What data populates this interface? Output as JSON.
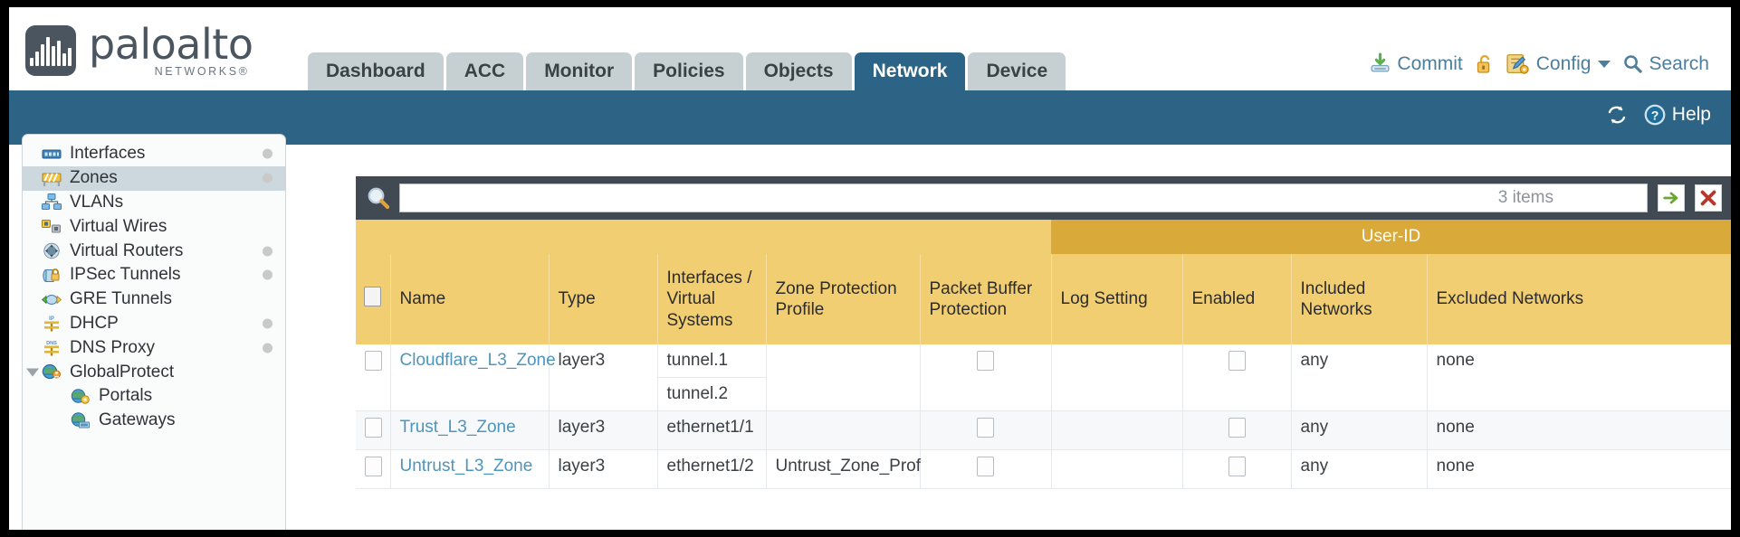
{
  "brand": {
    "name": "paloalto",
    "tagline": "NETWORKS",
    "trademark": "®"
  },
  "nav": {
    "tabs": [
      {
        "label": "Dashboard",
        "active": false
      },
      {
        "label": "ACC",
        "active": false
      },
      {
        "label": "Monitor",
        "active": false
      },
      {
        "label": "Policies",
        "active": false
      },
      {
        "label": "Objects",
        "active": false
      },
      {
        "label": "Network",
        "active": true
      },
      {
        "label": "Device",
        "active": false
      }
    ]
  },
  "header_tools": {
    "commit": "Commit",
    "config": "Config",
    "search": "Search"
  },
  "band_tools": {
    "help": "Help"
  },
  "sidebar": {
    "items": [
      {
        "label": "Interfaces",
        "icon": "interfaces-icon",
        "selected": false,
        "dot": true,
        "child": false,
        "expander": false
      },
      {
        "label": "Zones",
        "icon": "zones-icon",
        "selected": true,
        "dot": true,
        "child": false,
        "expander": false
      },
      {
        "label": "VLANs",
        "icon": "vlans-icon",
        "selected": false,
        "dot": false,
        "child": false,
        "expander": false
      },
      {
        "label": "Virtual Wires",
        "icon": "virtual-wires-icon",
        "selected": false,
        "dot": false,
        "child": false,
        "expander": false
      },
      {
        "label": "Virtual Routers",
        "icon": "virtual-routers-icon",
        "selected": false,
        "dot": true,
        "child": false,
        "expander": false
      },
      {
        "label": "IPSec Tunnels",
        "icon": "ipsec-tunnels-icon",
        "selected": false,
        "dot": true,
        "child": false,
        "expander": false
      },
      {
        "label": "GRE Tunnels",
        "icon": "gre-tunnels-icon",
        "selected": false,
        "dot": false,
        "child": false,
        "expander": false
      },
      {
        "label": "DHCP",
        "icon": "dhcp-icon",
        "selected": false,
        "dot": true,
        "child": false,
        "expander": false
      },
      {
        "label": "DNS Proxy",
        "icon": "dns-proxy-icon",
        "selected": false,
        "dot": true,
        "child": false,
        "expander": false
      },
      {
        "label": "GlobalProtect",
        "icon": "globalprotect-icon",
        "selected": false,
        "dot": false,
        "child": false,
        "expander": true
      },
      {
        "label": "Portals",
        "icon": "portals-icon",
        "selected": false,
        "dot": false,
        "child": true,
        "expander": false
      },
      {
        "label": "Gateways",
        "icon": "gateways-icon",
        "selected": false,
        "dot": false,
        "child": true,
        "expander": false
      }
    ]
  },
  "search": {
    "value": "",
    "placeholder": "",
    "items_count": "3 items"
  },
  "table": {
    "group_header": {
      "label": "User-ID"
    },
    "columns": [
      "Name",
      "Type",
      "Interfaces / Virtual Systems",
      "Zone Protection Profile",
      "Packet Buffer Protection",
      "Log Setting",
      "Enabled",
      "Included Networks",
      "Excluded Networks"
    ],
    "rows": [
      {
        "selected": false,
        "name": "Cloudflare_L3_Zone",
        "type": "layer3",
        "interfaces": [
          "tunnel.1",
          "tunnel.2"
        ],
        "zone_protection_profile": "",
        "packet_buffer_protection": false,
        "log_setting": "",
        "user_id_enabled": false,
        "included_networks": "any",
        "excluded_networks": "none"
      },
      {
        "selected": false,
        "name": "Trust_L3_Zone",
        "type": "layer3",
        "interfaces": [
          "ethernet1/1"
        ],
        "zone_protection_profile": "",
        "packet_buffer_protection": false,
        "log_setting": "",
        "user_id_enabled": false,
        "included_networks": "any",
        "excluded_networks": "none"
      },
      {
        "selected": false,
        "name": "Untrust_L3_Zone",
        "type": "layer3",
        "interfaces": [
          "ethernet1/2"
        ],
        "zone_protection_profile": "Untrust_Zone_Prof",
        "packet_buffer_protection": false,
        "log_setting": "",
        "user_id_enabled": false,
        "included_networks": "any",
        "excluded_networks": "none"
      }
    ]
  },
  "colors": {
    "brand_blue": "#2d6486",
    "tab_inactive": "#c6d0d3",
    "toolbar_slate": "#414a52",
    "table_header": "#f2ce73",
    "group_header": "#d9a93a",
    "link": "#4d95bd"
  }
}
